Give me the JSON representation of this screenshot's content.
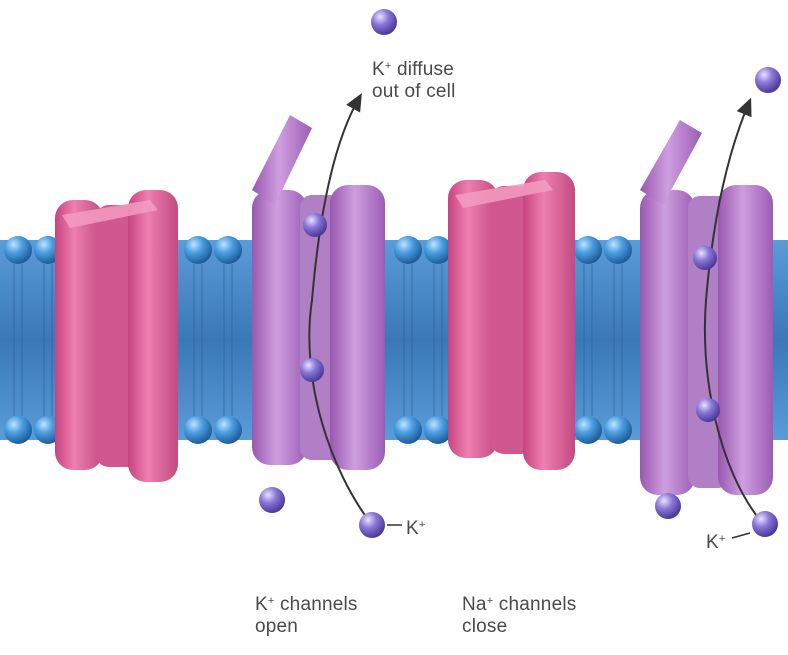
{
  "labels": {
    "diffuse_ion": "K",
    "diffuse_charge": "+",
    "diffuse_line1_rest": " diffuse",
    "diffuse_line2": "out of cell",
    "k_label_left_ion": "K",
    "k_label_left_charge": "+",
    "k_label_right_ion": "K",
    "k_label_right_charge": "+",
    "k_channels_ion": "K",
    "k_channels_charge": "+",
    "k_channels_rest": " channels",
    "k_channels_state": "open",
    "na_channels_ion": "Na",
    "na_channels_charge": "+",
    "na_channels_rest": " channels",
    "na_channels_state": "close"
  },
  "colors": {
    "membrane": "#3f7fc2",
    "phospholipid_head": "#3b8fd4",
    "na_channel": "#e0609a",
    "k_channel": "#b175c7",
    "ion": "#8a78d8",
    "label_text": "#4a4a4a"
  }
}
